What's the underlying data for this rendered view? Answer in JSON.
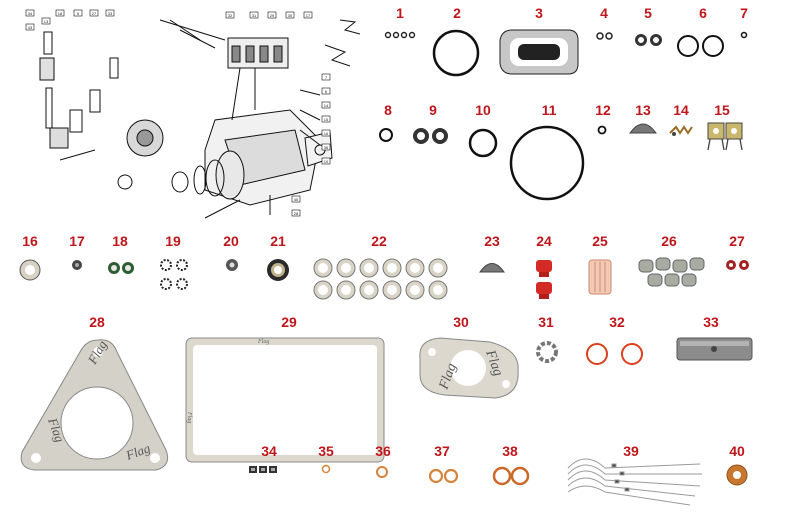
{
  "accent_color": "#c0161b",
  "parts": [
    {
      "number": "1",
      "icon": "small-o-ring-set-icon"
    },
    {
      "number": "2",
      "icon": "large-o-ring-icon"
    },
    {
      "number": "3",
      "icon": "flange-gasket-icon"
    },
    {
      "number": "4",
      "icon": "small-o-ring-pair-icon"
    },
    {
      "number": "5",
      "icon": "seal-pair-icon"
    },
    {
      "number": "6",
      "icon": "o-ring-pair-icon"
    },
    {
      "number": "7",
      "icon": "tiny-o-ring-icon"
    },
    {
      "number": "8",
      "icon": "o-ring-icon"
    },
    {
      "number": "9",
      "icon": "seal-pair-icon"
    },
    {
      "number": "10",
      "icon": "o-ring-icon"
    },
    {
      "number": "11",
      "icon": "large-o-ring-icon"
    },
    {
      "number": "12",
      "icon": "tiny-o-ring-icon"
    },
    {
      "number": "13",
      "icon": "woodruff-key-icon"
    },
    {
      "number": "14",
      "icon": "spring-clip-icon"
    },
    {
      "number": "15",
      "icon": "bracket-clip-pair-icon"
    },
    {
      "number": "16",
      "icon": "washer-icon"
    },
    {
      "number": "17",
      "icon": "valve-icon"
    },
    {
      "number": "18",
      "icon": "green-seal-pair-icon"
    },
    {
      "number": "19",
      "icon": "lock-washer-set-icon"
    },
    {
      "number": "20",
      "icon": "bushing-icon"
    },
    {
      "number": "21",
      "icon": "oil-seal-icon"
    },
    {
      "number": "22",
      "icon": "washer-set-icon"
    },
    {
      "number": "23",
      "icon": "woodruff-key-icon"
    },
    {
      "number": "24",
      "icon": "red-cap-pair-icon"
    },
    {
      "number": "25",
      "icon": "filter-icon"
    },
    {
      "number": "26",
      "icon": "cup-seal-set-icon"
    },
    {
      "number": "27",
      "icon": "red-seal-pair-icon"
    },
    {
      "number": "28",
      "icon": "triangle-gasket-icon"
    },
    {
      "number": "29",
      "icon": "rectangular-gasket-icon"
    },
    {
      "number": "30",
      "icon": "oval-flange-gasket-icon"
    },
    {
      "number": "31",
      "icon": "retaining-ring-icon"
    },
    {
      "number": "32",
      "icon": "red-o-ring-pair-icon"
    },
    {
      "number": "33",
      "icon": "sleeve-tube-icon"
    },
    {
      "number": "34",
      "icon": "nut-set-icon"
    },
    {
      "number": "35",
      "icon": "copper-washer-icon"
    },
    {
      "number": "36",
      "icon": "copper-washer-icon"
    },
    {
      "number": "37",
      "icon": "copper-washer-pair-icon"
    },
    {
      "number": "38",
      "icon": "copper-washer-pair-icon"
    },
    {
      "number": "39",
      "icon": "seal-wire-set-icon"
    },
    {
      "number": "40",
      "icon": "copper-washer-icon"
    }
  ],
  "gasket_brand_text": "Flag",
  "diagram_labels": [
    "34",
    "43",
    "13",
    "18",
    "5",
    "27",
    "33",
    "32",
    "31",
    "29",
    "30",
    "17",
    "7",
    "6",
    "14",
    "15",
    "16",
    "36",
    "10",
    "40",
    "28"
  ]
}
